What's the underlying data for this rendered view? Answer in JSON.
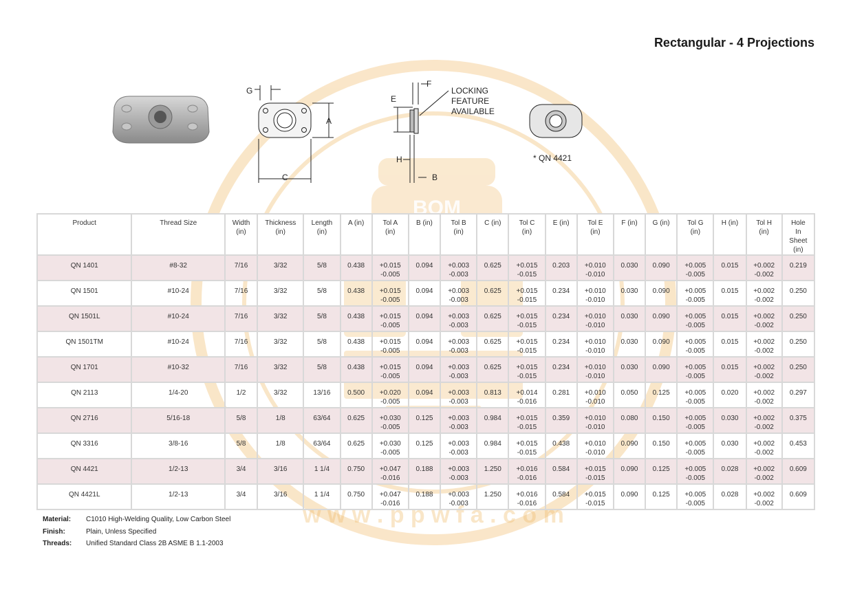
{
  "title": "Rectangular - 4 Projections",
  "drawing": {
    "labels": {
      "g": "G",
      "a": "A",
      "c": "C",
      "e": "E",
      "f": "F",
      "h": "H",
      "b": "B",
      "locking_1": "LOCKING",
      "locking_2": "FEATURE",
      "locking_3": "AVAILABLE",
      "qn_note": "* QN 4421"
    }
  },
  "watermark": {
    "text": "BOM",
    "url": "w w w . p p w f a . c o m"
  },
  "table": {
    "headers": [
      [
        "Product"
      ],
      [
        "Thread Size"
      ],
      [
        "Width",
        "(in)"
      ],
      [
        "Thickness",
        "(in)"
      ],
      [
        "Length",
        "(in)"
      ],
      [
        "A (in)"
      ],
      [
        "Tol A",
        "(in)"
      ],
      [
        "B (in)"
      ],
      [
        "Tol B",
        "(in)"
      ],
      [
        "C (in)"
      ],
      [
        "Tol C",
        "(in)"
      ],
      [
        "E (in)"
      ],
      [
        "Tol E",
        "(in)"
      ],
      [
        "F (in)"
      ],
      [
        "G (in)"
      ],
      [
        "Tol G",
        "(in)"
      ],
      [
        "H (in)"
      ],
      [
        "Tol H",
        "(in)"
      ],
      [
        "Hole",
        "In",
        "Sheet",
        "(in)"
      ]
    ],
    "rows": [
      [
        "QN 1401",
        "#8-32",
        "7/16",
        "3/32",
        "5/8",
        "0.438",
        "+0.015|-0.005",
        "0.094",
        "+0.003|-0.003",
        "0.625",
        "+0.015|-0.015",
        "0.203",
        "+0.010|-0.010",
        "0.030",
        "0.090",
        "+0.005|-0.005",
        "0.015",
        "+0.002|-0.002",
        "0.219"
      ],
      [
        "QN 1501",
        "#10-24",
        "7/16",
        "3/32",
        "5/8",
        "0.438",
        "+0.015|-0.005",
        "0.094",
        "+0.003|-0.003",
        "0.625",
        "+0.015|-0.015",
        "0.234",
        "+0.010|-0.010",
        "0.030",
        "0.090",
        "+0.005|-0.005",
        "0.015",
        "+0.002|-0.002",
        "0.250"
      ],
      [
        "QN 1501L",
        "#10-24",
        "7/16",
        "3/32",
        "5/8",
        "0.438",
        "+0.015|-0.005",
        "0.094",
        "+0.003|-0.003",
        "0.625",
        "+0.015|-0.015",
        "0.234",
        "+0.010|-0.010",
        "0.030",
        "0.090",
        "+0.005|-0.005",
        "0.015",
        "+0.002|-0.002",
        "0.250"
      ],
      [
        "QN 1501TM",
        "#10-24",
        "7/16",
        "3/32",
        "5/8",
        "0.438",
        "+0.015|-0.005",
        "0.094",
        "+0.003|-0.003",
        "0.625",
        "+0.015|-0.015",
        "0.234",
        "+0.010|-0.010",
        "0.030",
        "0.090",
        "+0.005|-0.005",
        "0.015",
        "+0.002|-0.002",
        "0.250"
      ],
      [
        "QN 1701",
        "#10-32",
        "7/16",
        "3/32",
        "5/8",
        "0.438",
        "+0.015|-0.005",
        "0.094",
        "+0.003|-0.003",
        "0.625",
        "+0.015|-0.015",
        "0.234",
        "+0.010|-0.010",
        "0.030",
        "0.090",
        "+0.005|-0.005",
        "0.015",
        "+0.002|-0.002",
        "0.250"
      ],
      [
        "QN 2113",
        "1/4-20",
        "1/2",
        "3/32",
        "13/16",
        "0.500",
        "+0.020|-0.005",
        "0.094",
        "+0.003|-0.003",
        "0.813",
        "+0.014|-0.016",
        "0.281",
        "+0.010|-0.010",
        "0.050",
        "0.125",
        "+0.005|-0.005",
        "0.020",
        "+0.002|-0.002",
        "0.297"
      ],
      [
        "QN 2716",
        "5/16-18",
        "5/8",
        "1/8",
        "63/64",
        "0.625",
        "+0.030|-0.005",
        "0.125",
        "+0.003|-0.003",
        "0.984",
        "+0.015|-0.015",
        "0.359",
        "+0.010|-0.010",
        "0.080",
        "0.150",
        "+0.005|-0.005",
        "0.030",
        "+0.002|-0.002",
        "0.375"
      ],
      [
        "QN 3316",
        "3/8-16",
        "5/8",
        "1/8",
        "63/64",
        "0.625",
        "+0.030|-0.005",
        "0.125",
        "+0.003|-0.003",
        "0.984",
        "+0.015|-0.015",
        "0.438",
        "+0.010|-0.010",
        "0.090",
        "0.150",
        "+0.005|-0.005",
        "0.030",
        "+0.002|-0.002",
        "0.453"
      ],
      [
        "QN 4421",
        "1/2-13",
        "3/4",
        "3/16",
        "1 1/4",
        "0.750",
        "+0.047|-0.016",
        "0.188",
        "+0.003|-0.003",
        "1.250",
        "+0.016|-0.016",
        "0.584",
        "+0.015|-0.015",
        "0.090",
        "0.125",
        "+0.005|-0.005",
        "0.028",
        "+0.002|-0.002",
        "0.609"
      ],
      [
        "QN 4421L",
        "1/2-13",
        "3/4",
        "3/16",
        "1 1/4",
        "0.750",
        "+0.047|-0.016",
        "0.188",
        "+0.003|-0.003",
        "1.250",
        "+0.016|-0.016",
        "0.584",
        "+0.015|-0.015",
        "0.090",
        "0.125",
        "+0.005|-0.005",
        "0.028",
        "+0.002|-0.002",
        "0.609"
      ]
    ],
    "shaded_rows": [
      0,
      2,
      4,
      6,
      8
    ]
  },
  "notes": [
    {
      "label": "Material:",
      "value": "C1010 High-Welding Quality, Low Carbon Steel"
    },
    {
      "label": "Finish:",
      "value": "Plain, Unless Specified"
    },
    {
      "label": "Threads:",
      "value": "Unified Standard Class 2B ASME B 1.1-2003"
    }
  ],
  "colors": {
    "shade": "#f2e4e6",
    "watermark": "#f3c98a",
    "border": "#d8d8d8"
  }
}
